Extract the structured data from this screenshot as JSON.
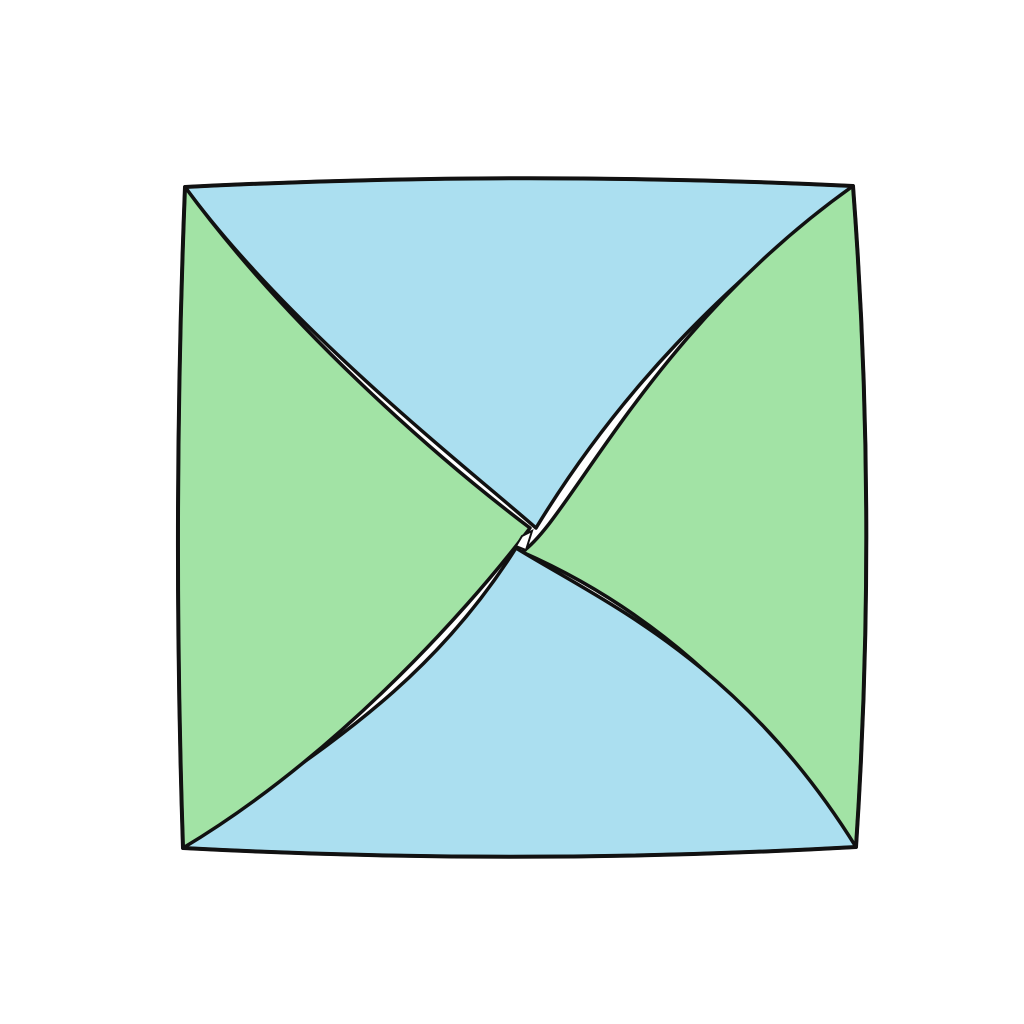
{
  "diagram": {
    "shapes": [
      {
        "name": "top-triangle",
        "color": "#abdff0"
      },
      {
        "name": "right-triangle",
        "color": "#a2e3a5"
      },
      {
        "name": "bottom-triangle",
        "color": "#abdff0"
      },
      {
        "name": "left-triangle",
        "color": "#a2e3a5"
      }
    ],
    "colors": {
      "blue": "#abdff0",
      "green": "#a2e3a5",
      "stroke": "#111111",
      "background": "#ffffff"
    }
  }
}
